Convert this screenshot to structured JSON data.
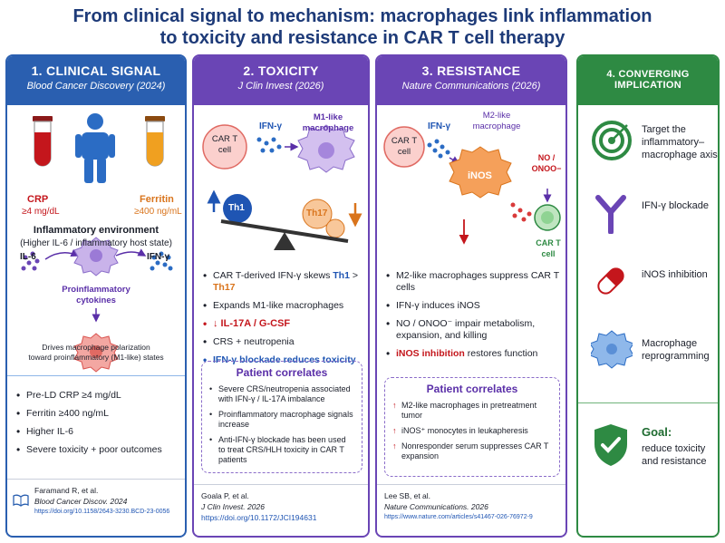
{
  "title_line1": "From clinical signal to mechanism: macrophages link inflammation",
  "title_line2": "to toxicity and resistance in CAR T cell therapy",
  "p1": {
    "heading": "1. CLINICAL SIGNAL",
    "source": "Blood Cancer Discovery (2024)",
    "crp": "CRP",
    "crp_val": "≥4 mg/dL",
    "ferritin": "Ferritin",
    "ferritin_val": "≥400 ng/mL",
    "env_title": "Inflammatory environment",
    "env_sub": "(Higher IL-6 / inflammatory host state)",
    "il6": "IL-6",
    "ifng": "IFN-γ",
    "cyto": "Proinflammatory cytokines",
    "drives1": "Drives macrophage polarization",
    "drives2": "toward proinflammatory (M1-like) states",
    "bullets": [
      "Pre-LD CRP ≥4 mg/dL",
      "Ferritin ≥400 ng/mL",
      "Higher IL-6",
      "Severe toxicity + poor outcomes"
    ],
    "ref_author": "Faramand R, et al.",
    "ref_journal": "Blood Cancer Discov. 2024",
    "ref_doi": "https://doi.org/10.1158/2643-3230.BCD-23-0056"
  },
  "p2": {
    "heading": "2. TOXICITY",
    "source": "J Clin Invest (2026)",
    "cart": "CAR T cell",
    "ifng": "IFN-γ",
    "m1": "M1-like macrophage",
    "th1": "Th1",
    "th17": "Th17",
    "b1_pre": "CAR T-derived IFN-γ skews ",
    "b1_th1": "Th1",
    "b1_gt": " > ",
    "b1_th17": "Th17",
    "b2": "Expands M1-like macrophages",
    "b3": "↓ IL-17A / G-CSF",
    "b4": "CRS + neutropenia",
    "b5": "IFN-γ blockade reduces toxicity",
    "corr_title": "Patient correlates",
    "corr": [
      "Severe CRS/neutropenia associated with IFN-γ / IL-17A imbalance",
      "Proinflammatory macrophage signals increase",
      "Anti-IFN-γ blockade has been used to treat CRS/HLH toxicity in CAR T patients"
    ],
    "ref_author": "Goala P, et al.",
    "ref_journal": "J Clin Invest. 2026",
    "ref_doi": "https://doi.org/10.1172/JCI194631"
  },
  "p3": {
    "heading": "3. RESISTANCE",
    "source": "Nature Communications (2026)",
    "cart": "CAR T cell",
    "ifng": "IFN-γ",
    "m2": "M2-like macrophage",
    "inos": "iNOS",
    "no": "NO / ONOO−",
    "cart2": "CAR T cell",
    "bullets": [
      "M2-like macrophages suppress CAR T cells",
      "IFN-γ induces iNOS",
      "NO / ONOO⁻ impair metabolism, expansion, and killing"
    ],
    "b4_red": "iNOS inhibition",
    "b4_rest": " restores function",
    "corr_title": "Patient correlates",
    "corr": [
      "M2-like macrophages in pretreatment tumor",
      "iNOS⁺ monocytes in leukapheresis",
      "Nonresponder serum suppresses CAR T expansion"
    ],
    "ref_author": "Lee SB, et al.",
    "ref_journal": "Nature Communications. 2026",
    "ref_doi": "https://www.nature.com/articles/s41467-026-76972-9"
  },
  "p4": {
    "heading": "4. CONVERGING IMPLICATION",
    "items": [
      "Target the inflammatory–macrophage axis",
      "IFN-γ blockade",
      "iNOS inhibition",
      "Macrophage reprogramming"
    ],
    "goal_title": "Goal:",
    "goal_text": "reduce toxicity and resistance"
  }
}
